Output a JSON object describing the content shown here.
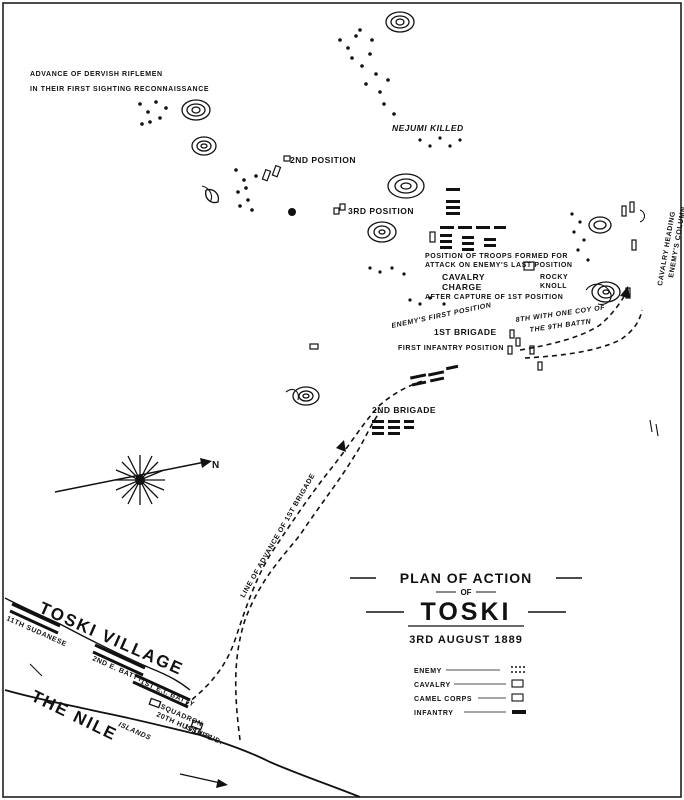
{
  "title": {
    "plan_of_action": "PLAN OF ACTION",
    "of": "OF",
    "place": "TOSKI",
    "date": "3RD AUGUST 1889"
  },
  "legend": {
    "enemy": "ENEMY",
    "cavalry": "CAVALRY",
    "camel_corps": "CAMEL CORPS",
    "infantry": "INFANTRY"
  },
  "labels": {
    "advance_dervish_1": "ADVANCE OF DERVISH RIFLEMEN",
    "advance_dervish_2": "IN THEIR FIRST SIGHTING RECONNAISSANCE",
    "nejumi_killed": "NEJUMI KILLED",
    "second_position": "2ND POSITION",
    "third_position": "3RD POSITION",
    "position_troops_1": "POSITION OF TROOPS FORMED FOR",
    "position_troops_2": "ATTACK ON ENEMY'S LAST POSITION",
    "cavalry_charge_1": "CAVALRY",
    "cavalry_charge_2": "CHARGE",
    "after_capture": "AFTER CAPTURE OF 1ST POSITION",
    "rocky_knoll_1": "ROCKY",
    "rocky_knoll_2": "KNOLL",
    "enemys_first_position": "ENEMY'S FIRST POSITION",
    "first_brigade": "1ST BRIGADE",
    "first_infantry_position": "FIRST INFANTRY POSITION",
    "eighth_with_one_cot_1": "8TH WITH ONE COY OF",
    "eighth_with_one_cot_2": "THE 9TH BATTN",
    "second_brigade": "2ND BRIGADE",
    "cavalry_heading_1": "CAVALRY HEADING",
    "cavalry_heading_2": "ENEMY'S COLUMN",
    "line_of_advance": "LINE OF ADVANCE OF 1ST BRIGADE",
    "north": "N",
    "toski_village": "TOSKI VILLAGE",
    "eleventh_sudanese": "11TH SUDANESE",
    "second_e_batty": "2ND E. BATTY",
    "first_e_batty": "1ST E.I. BATTY",
    "squadron_1": "SQUADRON",
    "squadron_2": "20TH HUSSARS",
    "tenth_sud": "10TH SUD.",
    "the_nile": "THE NILE",
    "islands": "ISLANDS"
  }
}
